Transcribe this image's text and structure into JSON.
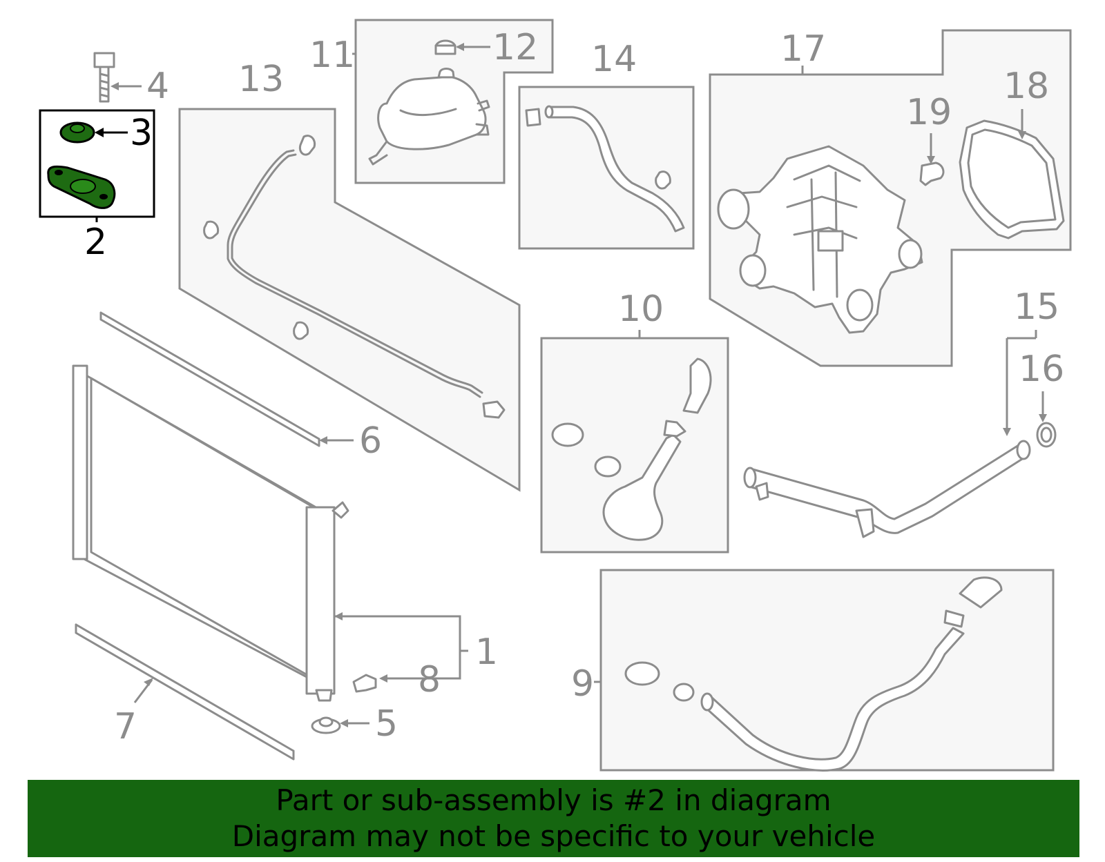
{
  "diagram": {
    "selected_part": "2",
    "colors": {
      "highlight": "#1e6b12",
      "banner": "#156610",
      "line": "#8c8c8c"
    },
    "callouts": {
      "c1": "1",
      "c2": "2",
      "c3": "3",
      "c4": "4",
      "c5": "5",
      "c6": "6",
      "c7": "7",
      "c8": "8",
      "c9": "9",
      "c10": "10",
      "c11": "11",
      "c12": "12",
      "c13": "13",
      "c14": "14",
      "c15": "15",
      "c16": "16",
      "c17": "17",
      "c18": "18",
      "c19": "19"
    }
  },
  "banner": {
    "line1": "Part or sub-assembly is #2 in diagram",
    "line2": "Diagram may not be specific to your vehicle"
  }
}
